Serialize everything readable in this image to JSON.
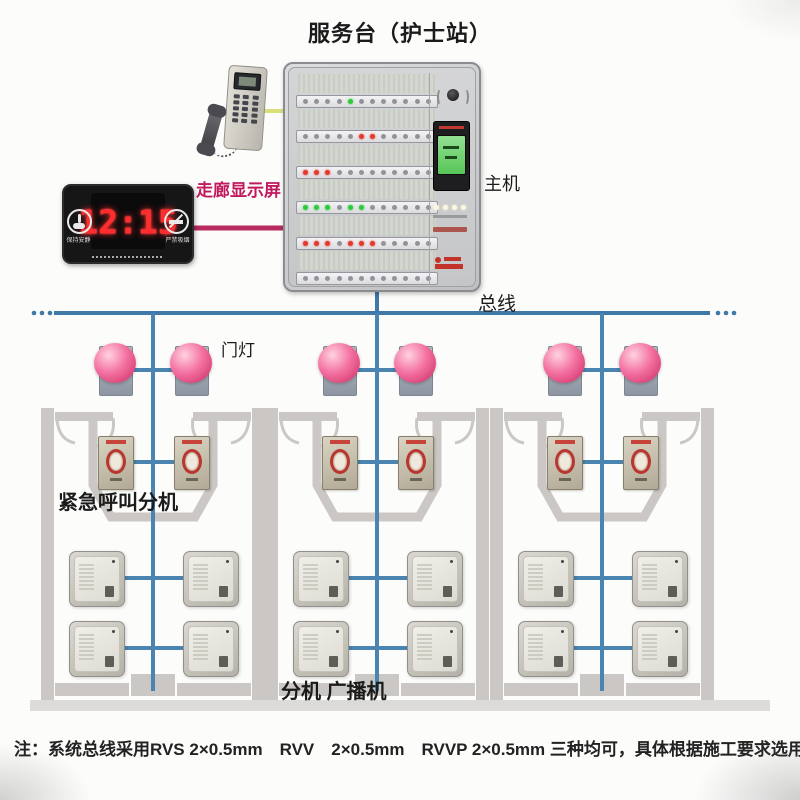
{
  "title": "服务台（护士站）",
  "labels": {
    "host": "主机",
    "bus": "总线",
    "corridor_display": "走廊显示屏",
    "door_light": "门灯",
    "emergency_extension": "紧急呼叫分机",
    "extension_broadcast": "分机 广播机",
    "note": "注：系统总线采用RVS 2×0.5mm　RVV　2×0.5mm　RVVP 2×0.5mm 三种均可，具体根据施工要求选用任意一种。"
  },
  "display": {
    "time": "12:15",
    "left_icon": "quiet-hand-icon",
    "left_caption": "保持安静",
    "right_icon": "no-smoking-icon",
    "right_caption": "严禁吸烟"
  },
  "console": {
    "rows": [
      {
        "dots": [
          "g",
          "g",
          "g",
          "g",
          "G",
          "g",
          "g",
          "g",
          "g",
          "g",
          "g",
          "g"
        ]
      },
      {
        "dots": [
          "g",
          "g",
          "g",
          "g",
          "g",
          "r",
          "r",
          "g",
          "g",
          "g",
          "g",
          "g"
        ]
      },
      {
        "dots": [
          "r",
          "r",
          "r",
          "g",
          "g",
          "g",
          "g",
          "g",
          "g",
          "g",
          "g",
          "g"
        ]
      },
      {
        "dots": [
          "G",
          "G",
          "G",
          "g",
          "G",
          "G",
          "g",
          "g",
          "g",
          "g",
          "g",
          "g"
        ]
      },
      {
        "dots": [
          "r",
          "r",
          "r",
          "g",
          "r",
          "r",
          "r",
          "g",
          "g",
          "g",
          "g",
          "g"
        ]
      },
      {
        "dots": [
          "g",
          "g",
          "g",
          "g",
          "g",
          "g",
          "g",
          "g",
          "g",
          "g",
          "g",
          "g"
        ]
      }
    ],
    "status_indicator_count": 4
  },
  "rooms": {
    "count": 3,
    "centers": [
      153,
      377,
      602
    ],
    "door_lights_per_room": 2,
    "emergency_extensions_per_room": 2,
    "extensions_per_room": 4
  },
  "colors": {
    "bus_line": "#3e79a8",
    "branch_line": "#4a84b0",
    "link_phone": "#d9e07a",
    "link_display": "#b82a60",
    "door_light_pink": "#f2679c",
    "corridor_label": "#c1195c",
    "led_red": "#ff2d2d",
    "wall_gray": "#cbc7c4"
  }
}
